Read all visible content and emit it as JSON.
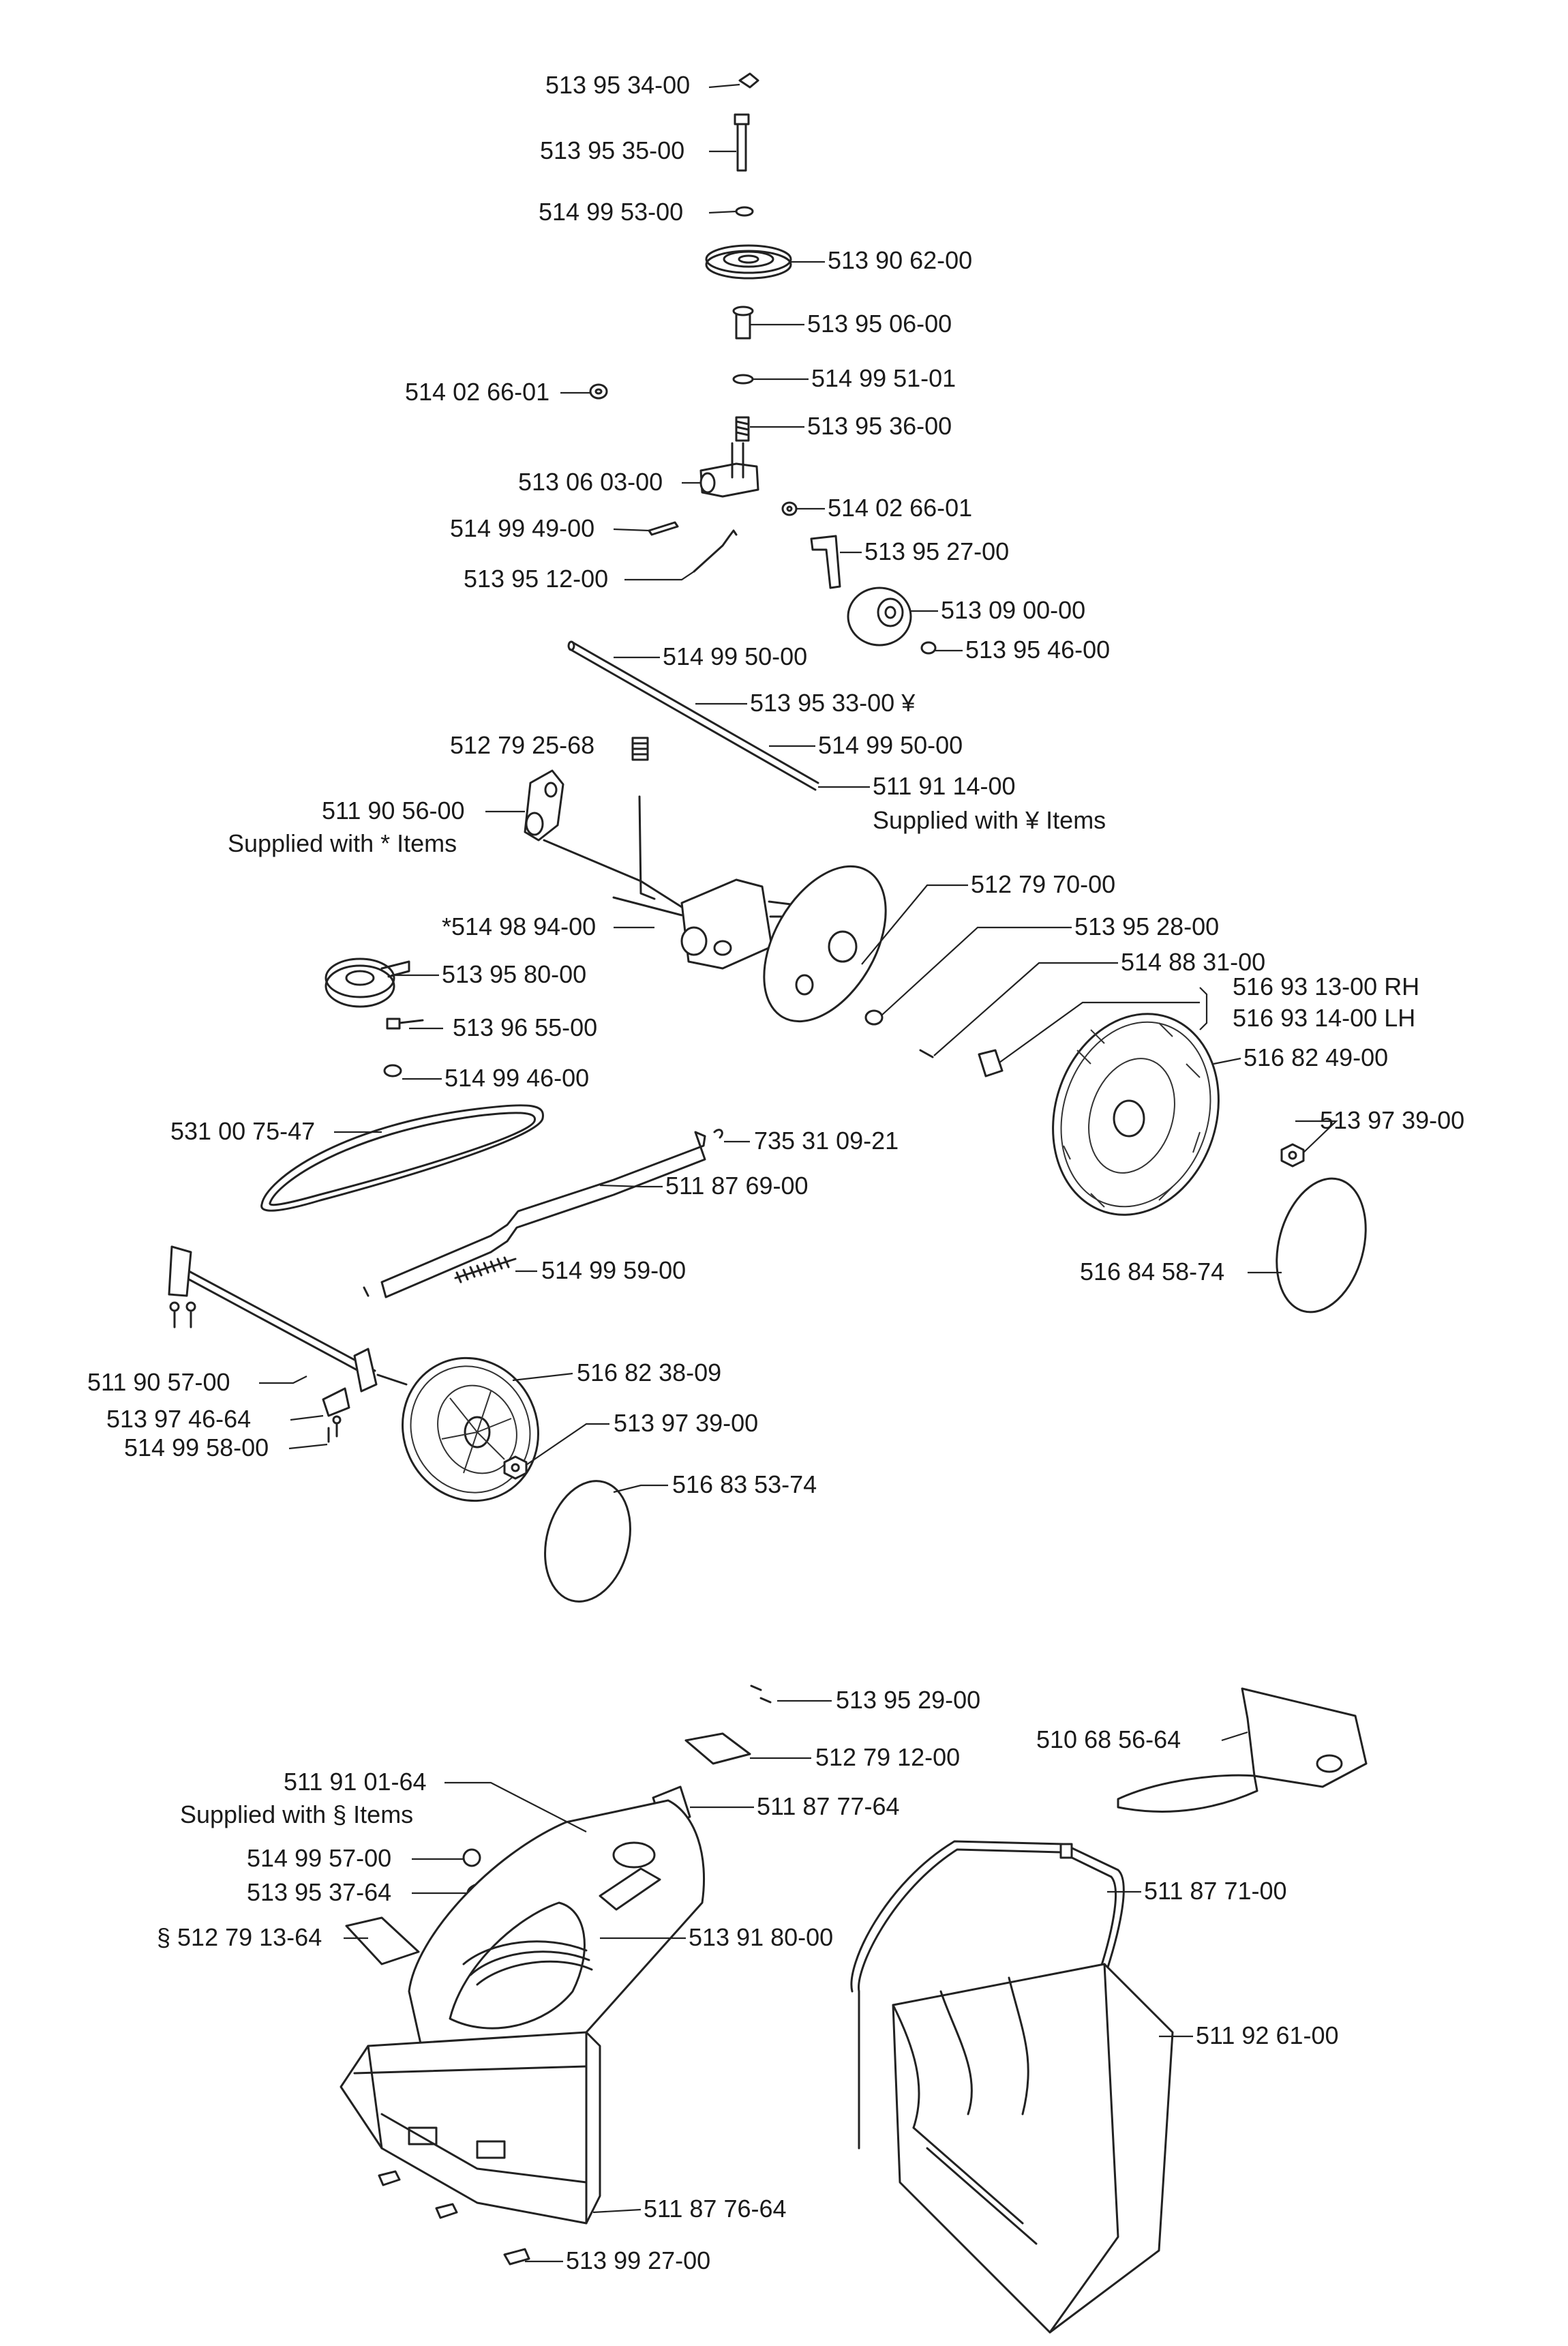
{
  "diagram": {
    "labels": [
      {
        "id": "l1",
        "text": "513 95 34-00"
      },
      {
        "id": "l2",
        "text": "513 95 35-00"
      },
      {
        "id": "l3",
        "text": "514 99 53-00"
      },
      {
        "id": "l4",
        "text": "513 90 62-00"
      },
      {
        "id": "l5",
        "text": "513 95 06-00"
      },
      {
        "id": "l6",
        "text": "514 99 51-01"
      },
      {
        "id": "l7",
        "text": "514 02 66-01"
      },
      {
        "id": "l8",
        "text": "513 95 36-00"
      },
      {
        "id": "l9",
        "text": "513 06 03-00"
      },
      {
        "id": "l10",
        "text": "514 02 66-01"
      },
      {
        "id": "l11",
        "text": "514 99 49-00"
      },
      {
        "id": "l12",
        "text": "513 95 27-00"
      },
      {
        "id": "l13",
        "text": "513 95 12-00"
      },
      {
        "id": "l14",
        "text": "513 09 00-00"
      },
      {
        "id": "l15",
        "text": "513 95 46-00"
      },
      {
        "id": "l16",
        "text": "514 99 50-00"
      },
      {
        "id": "l17",
        "text": "513 95 33-00 ¥"
      },
      {
        "id": "l18",
        "text": "512 79 25-68"
      },
      {
        "id": "l19",
        "text": "514 99 50-00"
      },
      {
        "id": "l20",
        "text": "511 91 14-00"
      },
      {
        "id": "l21",
        "text": "Supplied with ¥ Items"
      },
      {
        "id": "l22",
        "text": "511 90 56-00"
      },
      {
        "id": "l23",
        "text": "Supplied with * Items"
      },
      {
        "id": "l24",
        "text": "512 79 70-00"
      },
      {
        "id": "l25",
        "text": "513 95 28-00"
      },
      {
        "id": "l26",
        "text": "*514 98 94-00"
      },
      {
        "id": "l27",
        "text": "514 88 31-00"
      },
      {
        "id": "l28",
        "text": "513 95 80-00"
      },
      {
        "id": "l29",
        "text": "516 93 13-00 RH"
      },
      {
        "id": "l30",
        "text": "516 93 14-00 LH"
      },
      {
        "id": "l31",
        "text": "513 96 55-00"
      },
      {
        "id": "l32",
        "text": "516 82 49-00"
      },
      {
        "id": "l33",
        "text": "514 99 46-00"
      },
      {
        "id": "l34",
        "text": "513 97 39-00"
      },
      {
        "id": "l35",
        "text": "531 00 75-47"
      },
      {
        "id": "l36",
        "text": "735 31 09-21"
      },
      {
        "id": "l37",
        "text": "511 87 69-00"
      },
      {
        "id": "l38",
        "text": "516 84 58-74"
      },
      {
        "id": "l39",
        "text": "514 99 59-00"
      },
      {
        "id": "l40",
        "text": "516 82 38-09"
      },
      {
        "id": "l41",
        "text": "511 90 57-00"
      },
      {
        "id": "l42",
        "text": "513 97 46-64"
      },
      {
        "id": "l43",
        "text": "513 97 39-00"
      },
      {
        "id": "l44",
        "text": "514 99 58-00"
      },
      {
        "id": "l45",
        "text": "516 83 53-74"
      },
      {
        "id": "l46",
        "text": "513 95 29-00"
      },
      {
        "id": "l47",
        "text": "512 79 12-00"
      },
      {
        "id": "l48",
        "text": "510 68 56-64"
      },
      {
        "id": "l49",
        "text": "511 91 01-64"
      },
      {
        "id": "l50",
        "text": "Supplied with § Items"
      },
      {
        "id": "l51",
        "text": "511 87 77-64"
      },
      {
        "id": "l52",
        "text": "514 99 57-00"
      },
      {
        "id": "l53",
        "text": "513 95 37-64"
      },
      {
        "id": "l54",
        "text": "511 87 71-00"
      },
      {
        "id": "l55",
        "text": "§ 512 79 13-64"
      },
      {
        "id": "l56",
        "text": "513 91 80-00"
      },
      {
        "id": "l57",
        "text": "511 92 61-00"
      },
      {
        "id": "l58",
        "text": "511 87 76-64"
      },
      {
        "id": "l59",
        "text": "513 99 27-00"
      }
    ]
  }
}
